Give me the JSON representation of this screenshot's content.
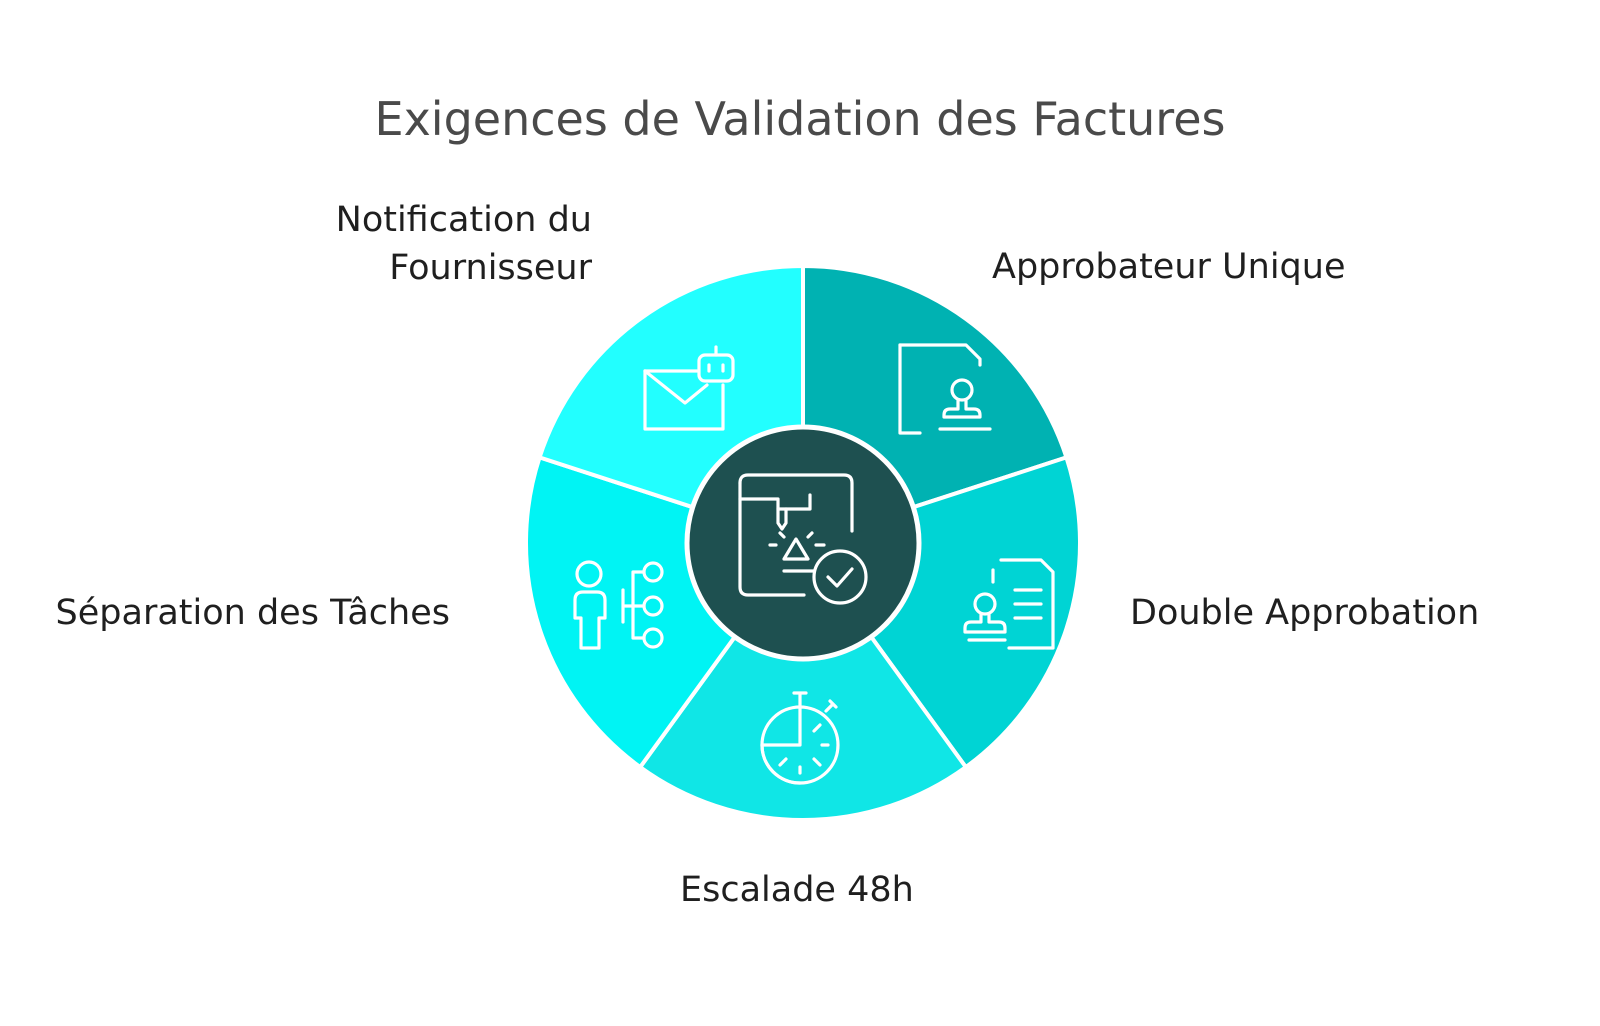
{
  "title": "Exigences de Validation des Factures",
  "segments": [
    {
      "label_lines": [
        "Approbateur Unique"
      ],
      "color": "#00b2b2",
      "icon": "document-stamp-icon"
    },
    {
      "label_lines": [
        "Double Approbation"
      ],
      "color": "#00d4d4",
      "icon": "documents-stamp-icon"
    },
    {
      "label_lines": [
        "Escalade 48h"
      ],
      "color": "#10e6e6",
      "icon": "stopwatch-icon"
    },
    {
      "label_lines": [
        "Séparation des Tâches"
      ],
      "color": "#00f4f4",
      "icon": "person-branch-icon"
    },
    {
      "label_lines": [
        "Notification du",
        "Fournisseur"
      ],
      "color": "#22ffff",
      "icon": "mail-bot-icon"
    }
  ],
  "center": {
    "color": "#1e5050",
    "icon": "validation-check-icon"
  }
}
